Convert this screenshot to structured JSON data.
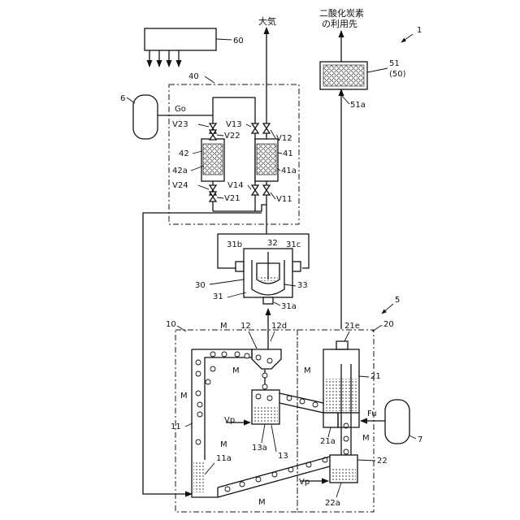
{
  "labels": {
    "system": "1",
    "subsystem": "5",
    "light_unit": "60",
    "atmosphere": "大気",
    "co2_line1": "二酸化炭素",
    "co2_line2": "の利用先",
    "storage": "51",
    "storage_alt": "(50)",
    "storage_outlet": "51a",
    "gas_tank": "6",
    "gas": "Go",
    "adsorption_unit": "40",
    "adsorber_left": "42",
    "adsorbent_left": "42a",
    "adsorber_right": "41",
    "adsorbent_right": "41a",
    "separator": "30",
    "separator_body": "31",
    "separator_inner": "32",
    "separator_liquid": "33",
    "separator_port_a": "31a",
    "separator_port_b": "31b",
    "separator_port_c": "31c",
    "reactor_unit": "10",
    "riser": "11",
    "riser_liquid": "11a",
    "cyclone": "12",
    "cyclone_outlet": "12d",
    "vessel": "13",
    "vessel_liquid": "13a",
    "vp_upper": "Vp",
    "vp_lower": "Vp",
    "media": "M",
    "regenerator_unit": "20",
    "regenerator": "21",
    "regenerator_outlet": "21e",
    "regenerator_drain": "21a",
    "fuel_tank": "7",
    "fuel": "Fu",
    "lower_vessel": "22",
    "lower_vessel_liquid": "22a"
  },
  "valves": {
    "v11": "V11",
    "v12": "V12",
    "v13": "V13",
    "v14": "V14",
    "v21": "V21",
    "v22": "V22",
    "v23": "V23",
    "v24": "V24"
  }
}
